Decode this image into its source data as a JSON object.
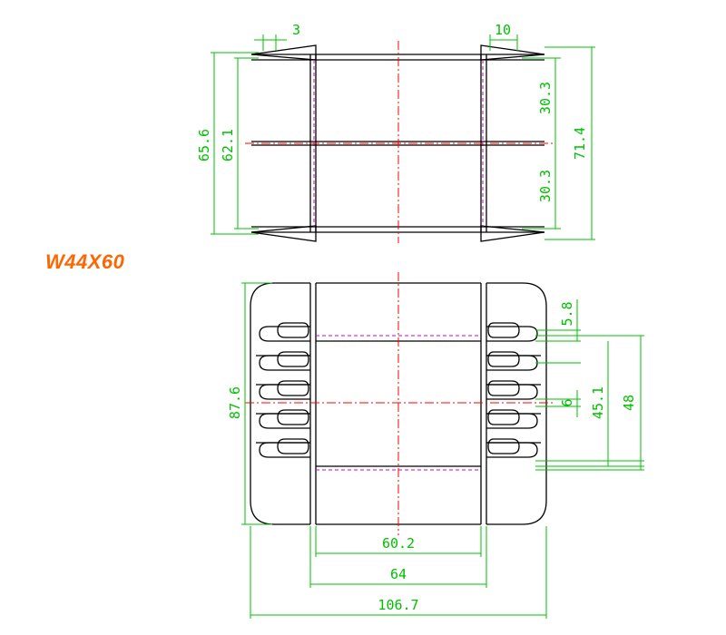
{
  "title": "W44X60",
  "dimensions": {
    "top_view": {
      "flange_left_width": "3",
      "flange_right_width": "10",
      "inner_height": "62.1",
      "outer_height": "65.6",
      "upper_half": "30.3",
      "lower_half": "30.3",
      "total_height": "71.4"
    },
    "front_view": {
      "left_height": "87.6",
      "slot_pitch_top": "5.8",
      "slot_width": "6",
      "slots_span": "45.1",
      "slots_total": "48",
      "inner_width": "60.2",
      "core_width": "64",
      "overall_width": "106.7"
    }
  },
  "colors": {
    "outline": "#000000",
    "dimension": "#00c000",
    "centerline": "#ff0000",
    "hidden": "#d000d0",
    "title": "#ff6600"
  }
}
